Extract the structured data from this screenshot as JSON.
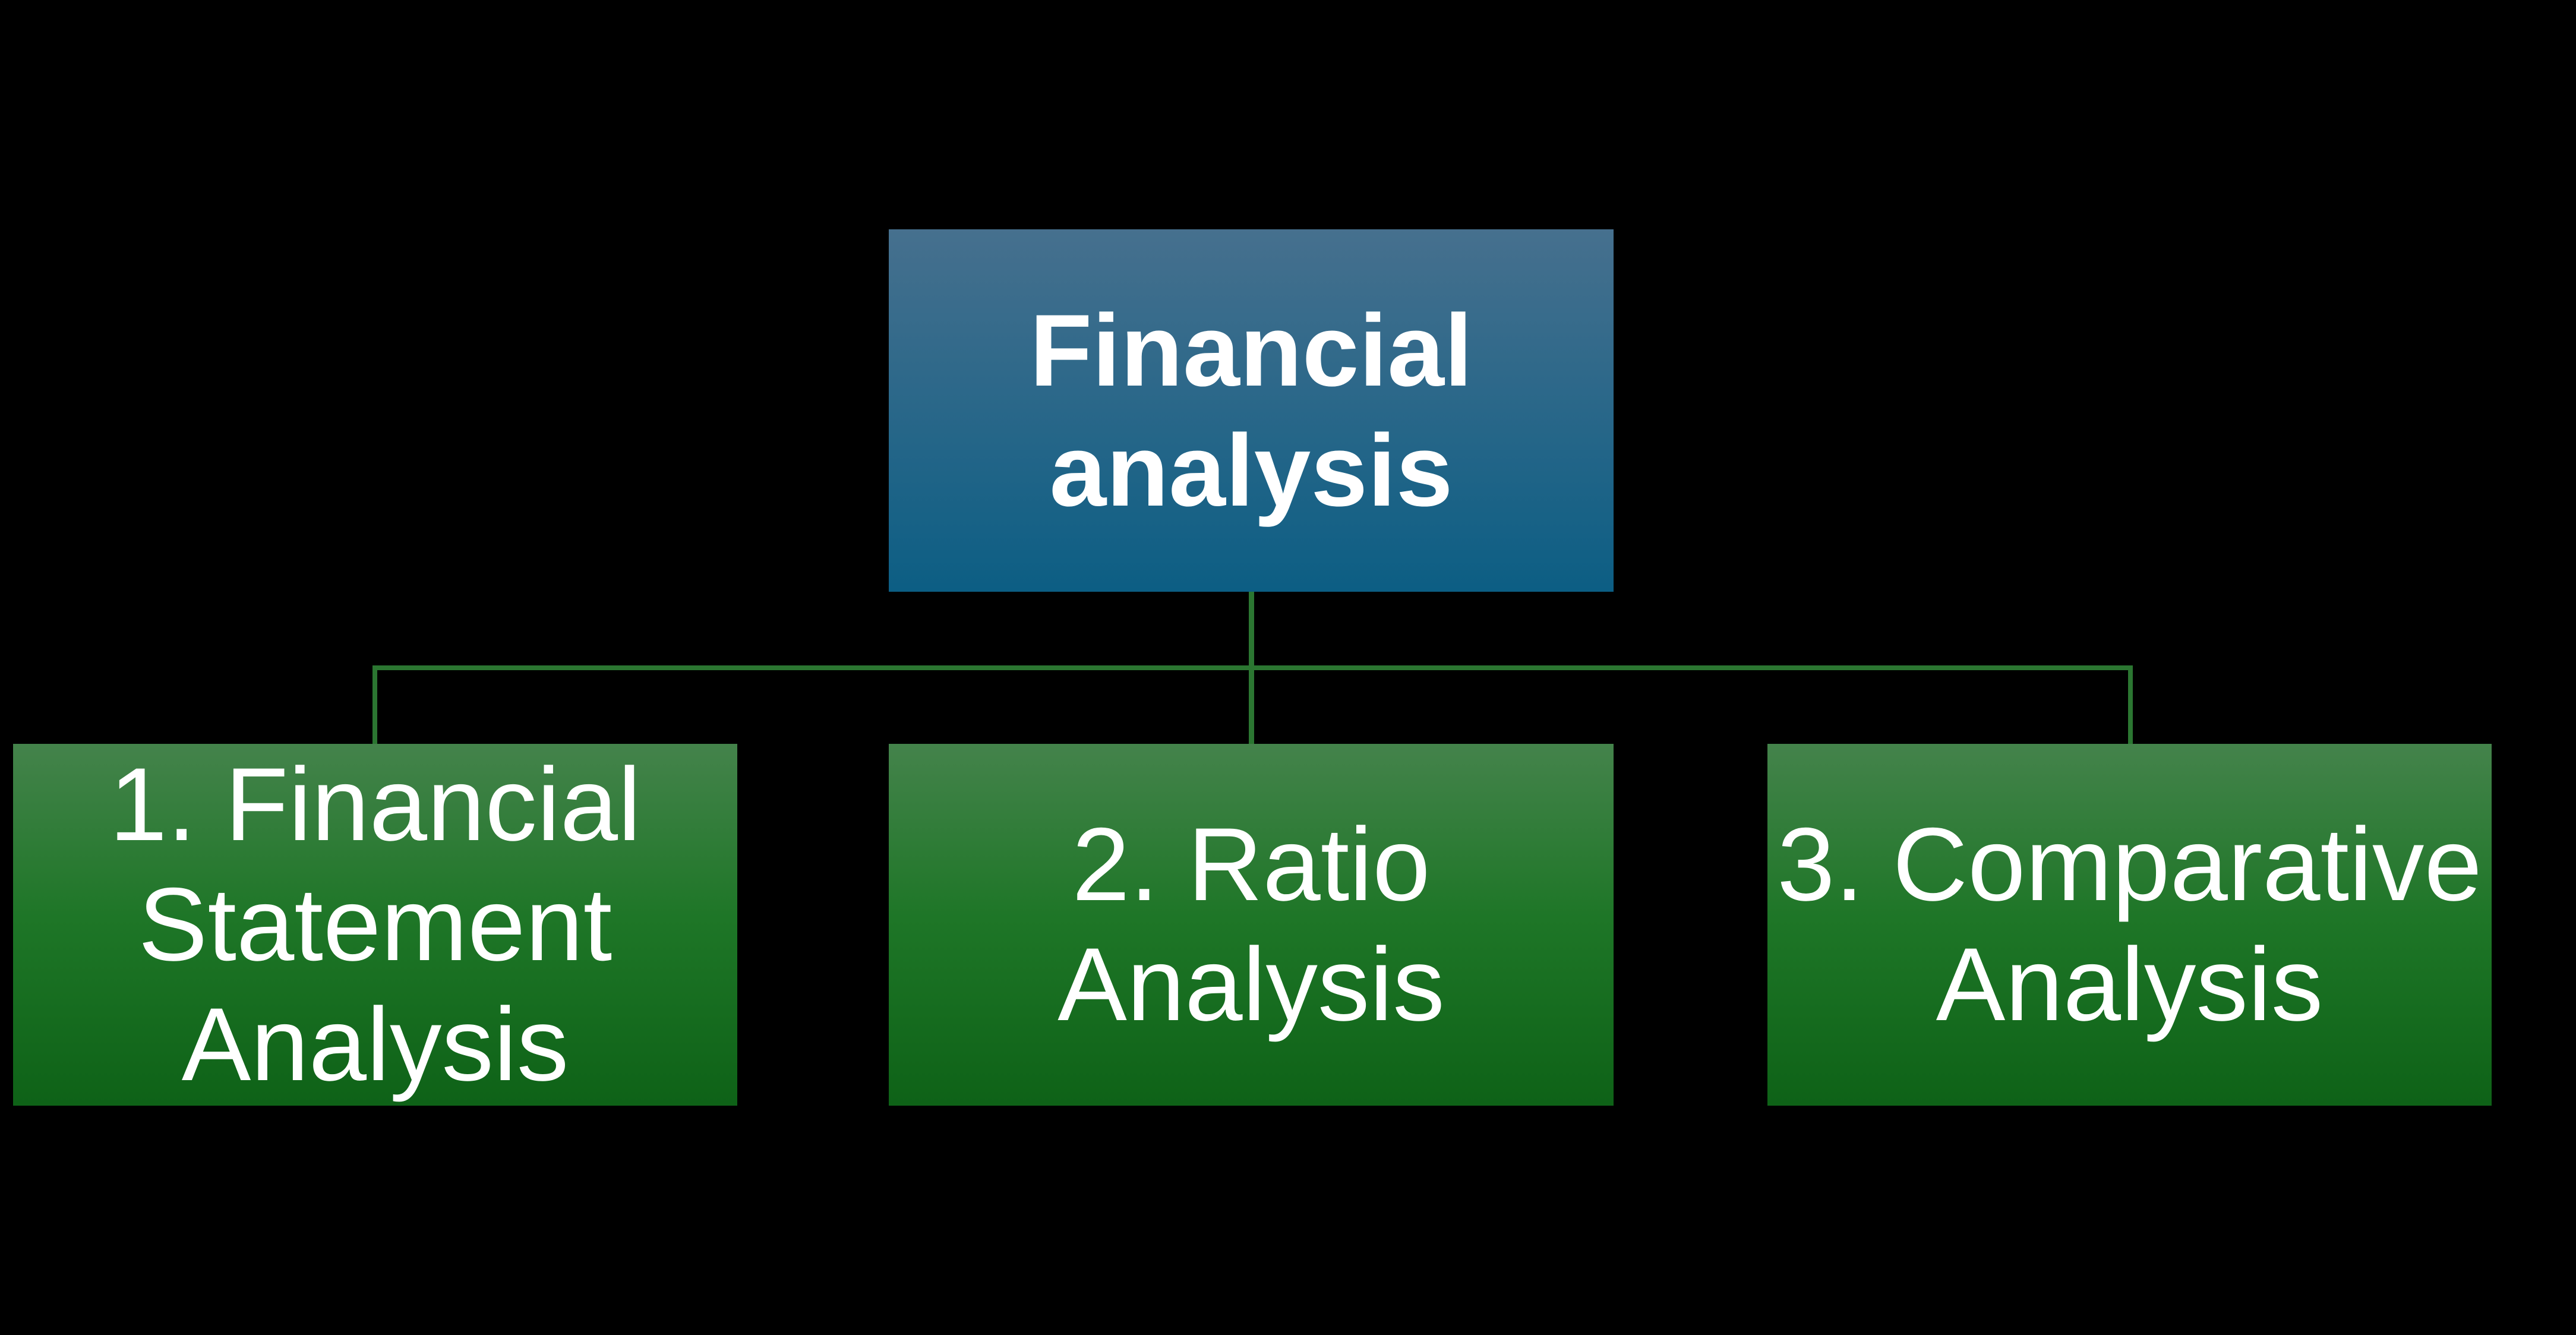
{
  "diagram": {
    "type": "hierarchy-org-chart",
    "background": "#000000",
    "connector_color": "#2B7631",
    "text_color": "#FFFFFF",
    "root": {
      "id": "financial-analysis",
      "label": "Financial analysis",
      "lines": [
        "Financial",
        "analysis"
      ],
      "fill_top": "#46708E",
      "fill_bottom": "#0C5E84"
    },
    "children": [
      {
        "id": "financial-statement-analysis",
        "label": "1. Financial Statement Analysis",
        "lines": [
          "1. Financial",
          "Statement",
          "Analysis"
        ],
        "fill_top": "#44834B",
        "fill_mid": "#1E7627",
        "fill_bottom": "#0E6217"
      },
      {
        "id": "ratio-analysis",
        "label": "2. Ratio Analysis",
        "lines": [
          "2. Ratio",
          "Analysis"
        ],
        "fill_top": "#44834B",
        "fill_mid": "#1E7627",
        "fill_bottom": "#0E6217"
      },
      {
        "id": "comparative-analysis",
        "label": "3. Comparative Analysis",
        "lines": [
          "3. Comparative",
          "Analysis"
        ],
        "fill_top": "#44834B",
        "fill_mid": "#1E7627",
        "fill_bottom": "#0E6217"
      }
    ]
  }
}
